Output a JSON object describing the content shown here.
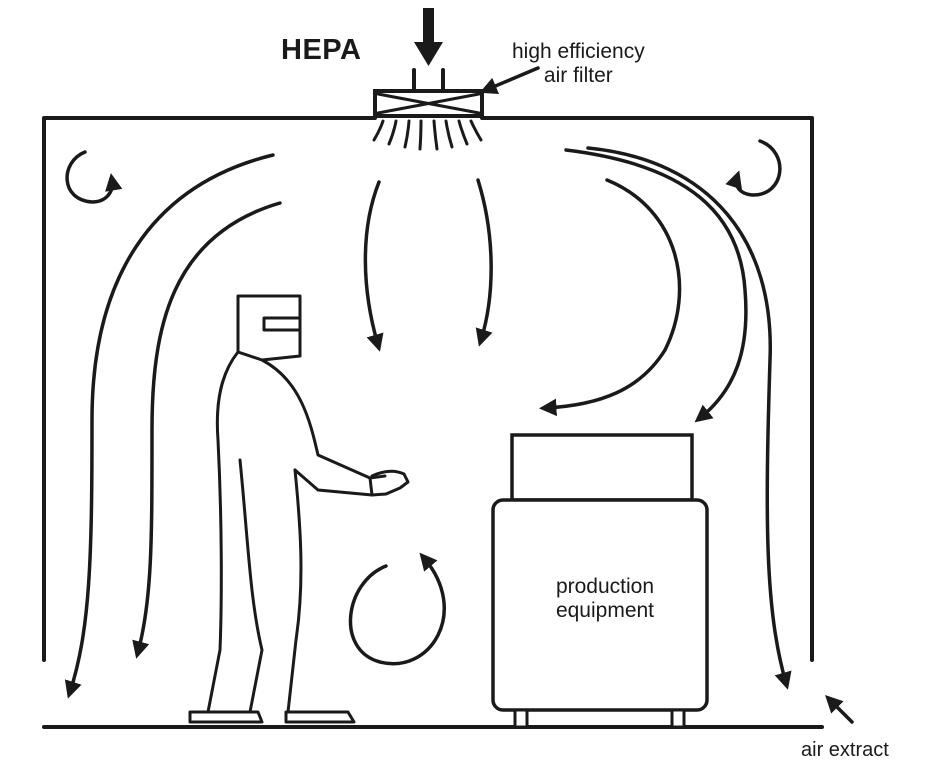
{
  "labels": {
    "hepa": "HEPA",
    "filter_line1": "high efficiency",
    "filter_line2": "air filter",
    "equipment_line1": "production",
    "equipment_line2": "equipment",
    "air_extract": "air extract"
  },
  "colors": {
    "ink": "#1a1a1a",
    "background": "#ffffff"
  }
}
